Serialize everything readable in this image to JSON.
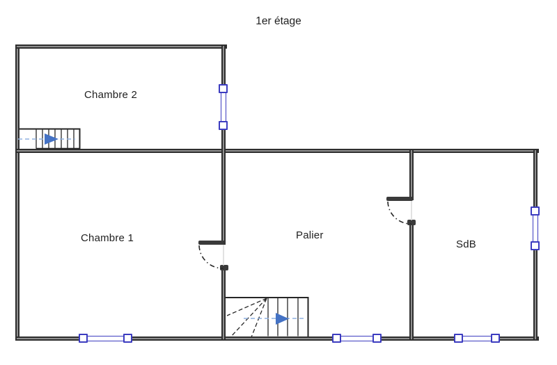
{
  "title": "1er étage",
  "rooms": {
    "chambre2": "Chambre 2",
    "chambre1": "Chambre 1",
    "palier": "Palier",
    "sdb": "SdB"
  },
  "icons": {
    "upper_stairs_arrow": "stair-direction-arrow-right",
    "lower_stairs_arrow": "stair-direction-arrow-right"
  },
  "colors": {
    "background": "#ffffff",
    "wall_edge": "#2e2e2e",
    "wall_core": "#8f8f8f",
    "window": "#3c3cc0",
    "leaf": "#3a3a3a",
    "line": "#262626",
    "arrow": "#4472c4",
    "arrow_dash": "#8fb0e0",
    "text": "#1f1f1f"
  }
}
